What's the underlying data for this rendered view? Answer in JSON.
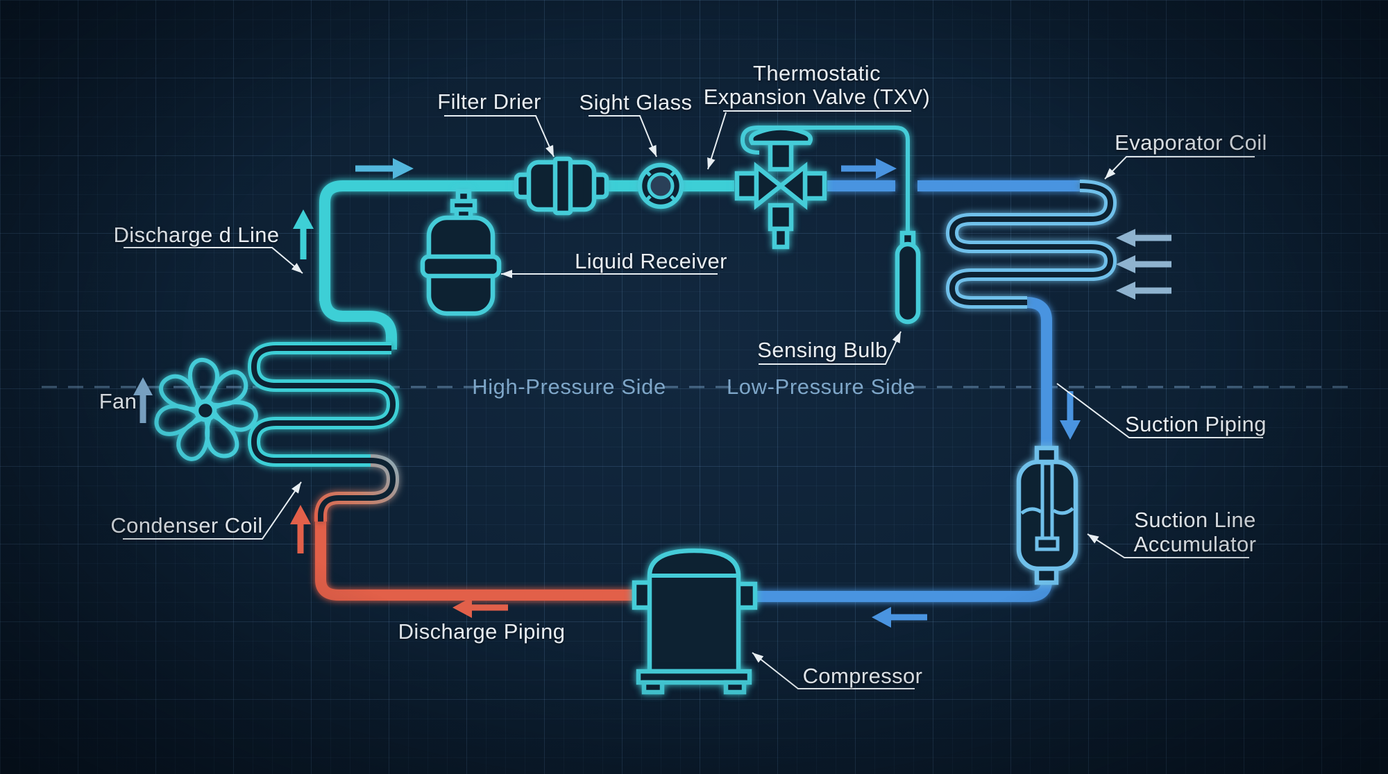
{
  "labels": {
    "filter_drier": "Filter Drier",
    "sight_glass": "Sight Glass",
    "txv_line1": "Thermostatic",
    "txv_line2": "Expansion Valve (TXV)",
    "evaporator_coil": "Evaporator Coil",
    "discharge_line": "Discharge d Line",
    "liquid_receiver": "Liquid Receiver",
    "sensing_bulb": "Sensing Bulb",
    "fan": "Fan",
    "condenser_coil": "Condenser Coil",
    "suction_piping": "Suction Piping",
    "suction_line_accumulator_line1": "Suction Line",
    "suction_line_accumulator_line2": "Accumulator",
    "discharge_piping": "Discharge Piping",
    "compressor": "Compressor"
  },
  "zones": {
    "high_pressure": "High-Pressure Side",
    "low_pressure": "Low-Pressure Side"
  },
  "components": [
    {
      "id": "filter-drier-icon",
      "label": "Filter Drier"
    },
    {
      "id": "sight-glass-icon",
      "label": "Sight Glass"
    },
    {
      "id": "txv-icon",
      "label": "Thermostatic Expansion Valve (TXV)"
    },
    {
      "id": "liquid-receiver-icon",
      "label": "Liquid Receiver"
    },
    {
      "id": "sensing-bulb-icon",
      "label": "Sensing Bulb"
    },
    {
      "id": "evaporator-coil-icon",
      "label": "Evaporator Coil"
    },
    {
      "id": "condenser-coil-icon",
      "label": "Condenser Coil"
    },
    {
      "id": "fan-icon",
      "label": "Fan"
    },
    {
      "id": "suction-accumulator-icon",
      "label": "Suction Line Accumulator"
    },
    {
      "id": "compressor-icon",
      "label": "Compressor"
    }
  ],
  "flow_arrows": [
    {
      "name": "liquid-line-flow-arrow",
      "direction": "right",
      "color": "#53b7dd"
    },
    {
      "name": "evaporator-inlet-flow-arrow",
      "direction": "right",
      "color": "#4a94e0"
    },
    {
      "name": "discharge-line-flow-arrow",
      "direction": "up",
      "color": "#3ecfd6"
    },
    {
      "name": "condenser-inlet-flow-arrow",
      "direction": "up",
      "color": "#e2604a"
    },
    {
      "name": "fan-airflow-arrow",
      "direction": "up",
      "color": "#8fb3cf"
    },
    {
      "name": "evaporator-airflow-arrow-1",
      "direction": "left",
      "color": "#8fb3cf"
    },
    {
      "name": "evaporator-airflow-arrow-2",
      "direction": "left",
      "color": "#8fb3cf"
    },
    {
      "name": "evaporator-airflow-arrow-3",
      "direction": "left",
      "color": "#8fb3cf"
    },
    {
      "name": "suction-down-flow-arrow",
      "direction": "down",
      "color": "#4a94e0"
    },
    {
      "name": "suction-to-compressor-flow-arrow",
      "direction": "left",
      "color": "#4a94e0"
    },
    {
      "name": "discharge-piping-flow-arrow",
      "direction": "left",
      "color": "#e2604a"
    }
  ],
  "colors": {
    "background": "#0d2033",
    "pipe_teal": "#3ecfd6",
    "pipe_blue": "#4a94e0",
    "pipe_red": "#e2604a",
    "outline_teal": "#45ccd8",
    "coil_blue": "#6fc0ea",
    "arrow_steel": "#8fb3cf",
    "label": "#e9eef3",
    "zone_label": "#7ea6c8",
    "leader": "#e8eef2"
  }
}
